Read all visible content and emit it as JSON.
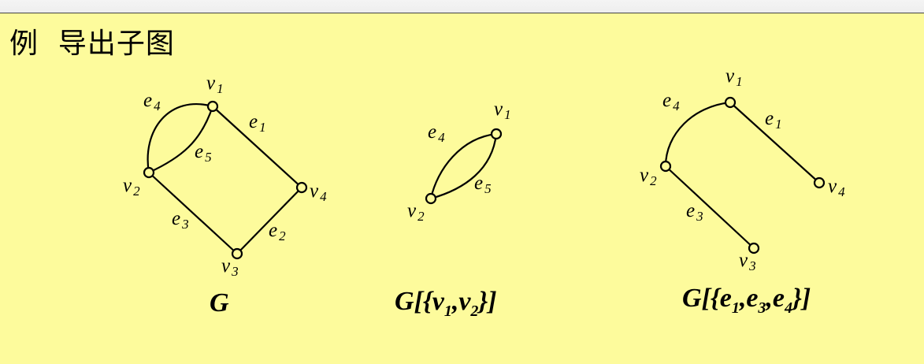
{
  "title": "例  导出子图",
  "graphs": [
    {
      "caption_parts": {
        "G": "G"
      },
      "vertex_labels": [
        "v",
        "1",
        "v",
        "2",
        "v",
        "3",
        "v",
        "4"
      ],
      "edge_labels": [
        "e",
        "1",
        "e",
        "2",
        "e",
        "3",
        "e",
        "4",
        "e",
        "5"
      ]
    },
    {
      "caption_parts": {
        "G": "G",
        "open": "[{",
        "v": "v",
        "sub1": "1",
        "comma": ",",
        "v2": "v",
        "sub2": "2",
        "close": "}]"
      },
      "vertex_labels": [
        "v",
        "1",
        "v",
        "2"
      ],
      "edge_labels": [
        "e",
        "4",
        "e",
        "5"
      ]
    },
    {
      "caption_parts": {
        "G": "G",
        "open": "[{",
        "e1": "e",
        "sub1": "1",
        "comma1": ",",
        "e3": "e",
        "sub3": "3",
        "comma2": ",",
        "e4": "e",
        "sub4": "4",
        "close": "}]"
      },
      "vertex_labels": [
        "v",
        "1",
        "v",
        "2",
        "v",
        "3",
        "v",
        "4"
      ],
      "edge_labels": [
        "e",
        "1",
        "e",
        "3",
        "e",
        "4"
      ]
    }
  ]
}
